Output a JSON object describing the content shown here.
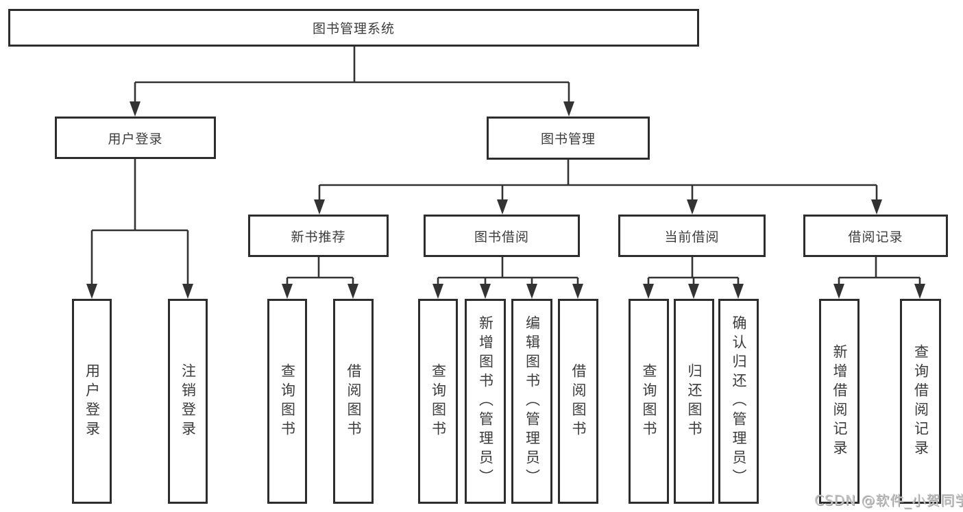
{
  "colors": {
    "line": "#333333",
    "box_border": "#2d2d2d",
    "text": "#3c3c3c",
    "watermark": "#c2c2c2",
    "background": "#ffffff"
  },
  "nodes": {
    "root": {
      "label": "图书管理系统"
    },
    "level2": [
      {
        "label": "用户登录",
        "parent": "图书管理系统"
      },
      {
        "label": "图书管理",
        "parent": "图书管理系统"
      }
    ],
    "level3": [
      {
        "label": "新书推荐",
        "parent": "图书管理"
      },
      {
        "label": "图书借阅",
        "parent": "图书管理"
      },
      {
        "label": "当前借阅",
        "parent": "图书管理"
      },
      {
        "label": "借阅记录",
        "parent": "图书管理"
      }
    ],
    "leaves": [
      {
        "label": "用户登录",
        "parent": "用户登录"
      },
      {
        "label": "注销登录",
        "parent": "用户登录"
      },
      {
        "label": "查询图书",
        "parent": "新书推荐"
      },
      {
        "label": "借阅图书",
        "parent": "新书推荐"
      },
      {
        "label": "查询图书",
        "parent": "图书借阅"
      },
      {
        "label": "新增图书（管理员）",
        "parent": "图书借阅"
      },
      {
        "label": "编辑图书（管理员）",
        "parent": "图书借阅"
      },
      {
        "label": "借阅图书",
        "parent": "图书借阅"
      },
      {
        "label": "查询图书",
        "parent": "当前借阅"
      },
      {
        "label": "归还图书",
        "parent": "当前借阅"
      },
      {
        "label": "确认归还（管理员）",
        "parent": "当前借阅"
      },
      {
        "label": "新增借阅记录",
        "parent": "借阅记录"
      },
      {
        "label": "查询借阅记录",
        "parent": "借阅记录"
      }
    ]
  },
  "watermark": {
    "text": "CSDN @软件_小贺同学"
  }
}
